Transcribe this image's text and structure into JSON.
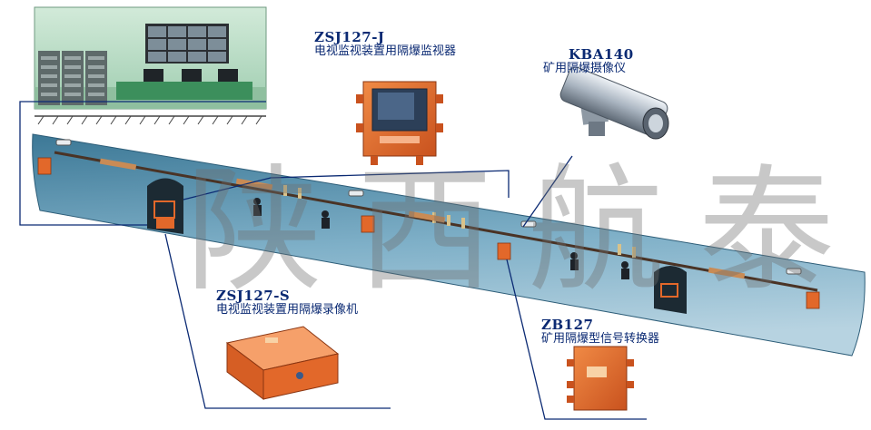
{
  "devices": {
    "monitor": {
      "code": "ZSJ127-J",
      "name": "电视监视装置用隔爆监视器",
      "icon": "explosion-proof-monitor-icon"
    },
    "camera": {
      "code": "KBA140",
      "name": "矿用隔爆摄像仪",
      "icon": "mining-camera-icon"
    },
    "recorder": {
      "code": "ZSJ127-S",
      "name": "电视监视装置用隔爆录像机",
      "icon": "explosion-proof-recorder-icon"
    },
    "converter": {
      "code": "ZB127",
      "name": "矿用隔爆型信号转换器",
      "icon": "signal-converter-icon"
    }
  },
  "watermark": "陕西航泰",
  "colors": {
    "tunnel": "#5f95b3",
    "device_orange": "#e2682a",
    "label_blue": "#0b2a73",
    "control_room_wall": "#b9dcc4"
  }
}
